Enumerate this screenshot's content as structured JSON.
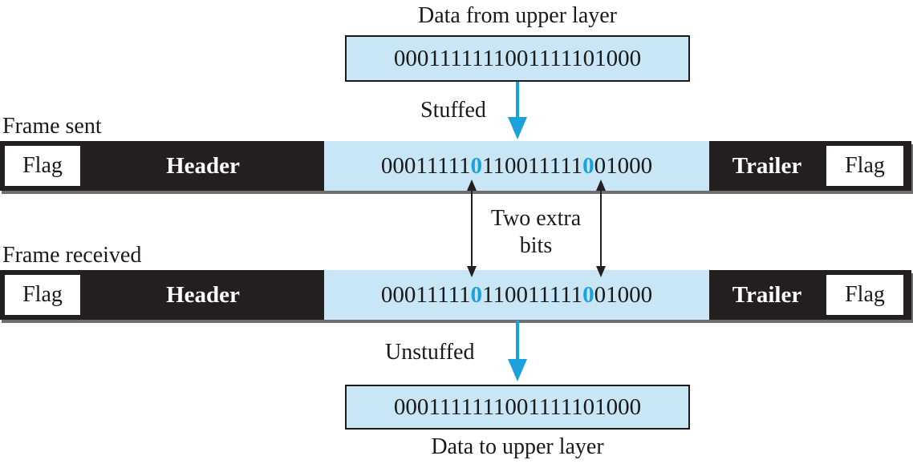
{
  "top": {
    "caption": "Data from upper layer",
    "bits": "000111111100111110100​0"
  },
  "stuff_label": "Stuffed",
  "frame_sent": {
    "caption": "Frame sent",
    "flag_left": "Flag",
    "header": "Header",
    "payload_parts": [
      "00011111",
      "0",
      "110011111",
      "0",
      "01000"
    ],
    "trailer": "Trailer",
    "flag_right": "Flag"
  },
  "extra_bits_label_line1": "Two extra",
  "extra_bits_label_line2": "bits",
  "frame_received": {
    "caption": "Frame received",
    "flag_left": "Flag",
    "header": "Header",
    "payload_parts": [
      "00011111",
      "0",
      "110011111",
      "0",
      "01000"
    ],
    "trailer": "Trailer",
    "flag_right": "Flag"
  },
  "unstuff_label": "Unstuffed",
  "bottom": {
    "bits": "0001111111001111101000",
    "caption": "Data to upper layer"
  },
  "colors": {
    "accent": "#1ba1db",
    "box_fill": "#c8e6f5",
    "frame_dark": "#231f20"
  }
}
